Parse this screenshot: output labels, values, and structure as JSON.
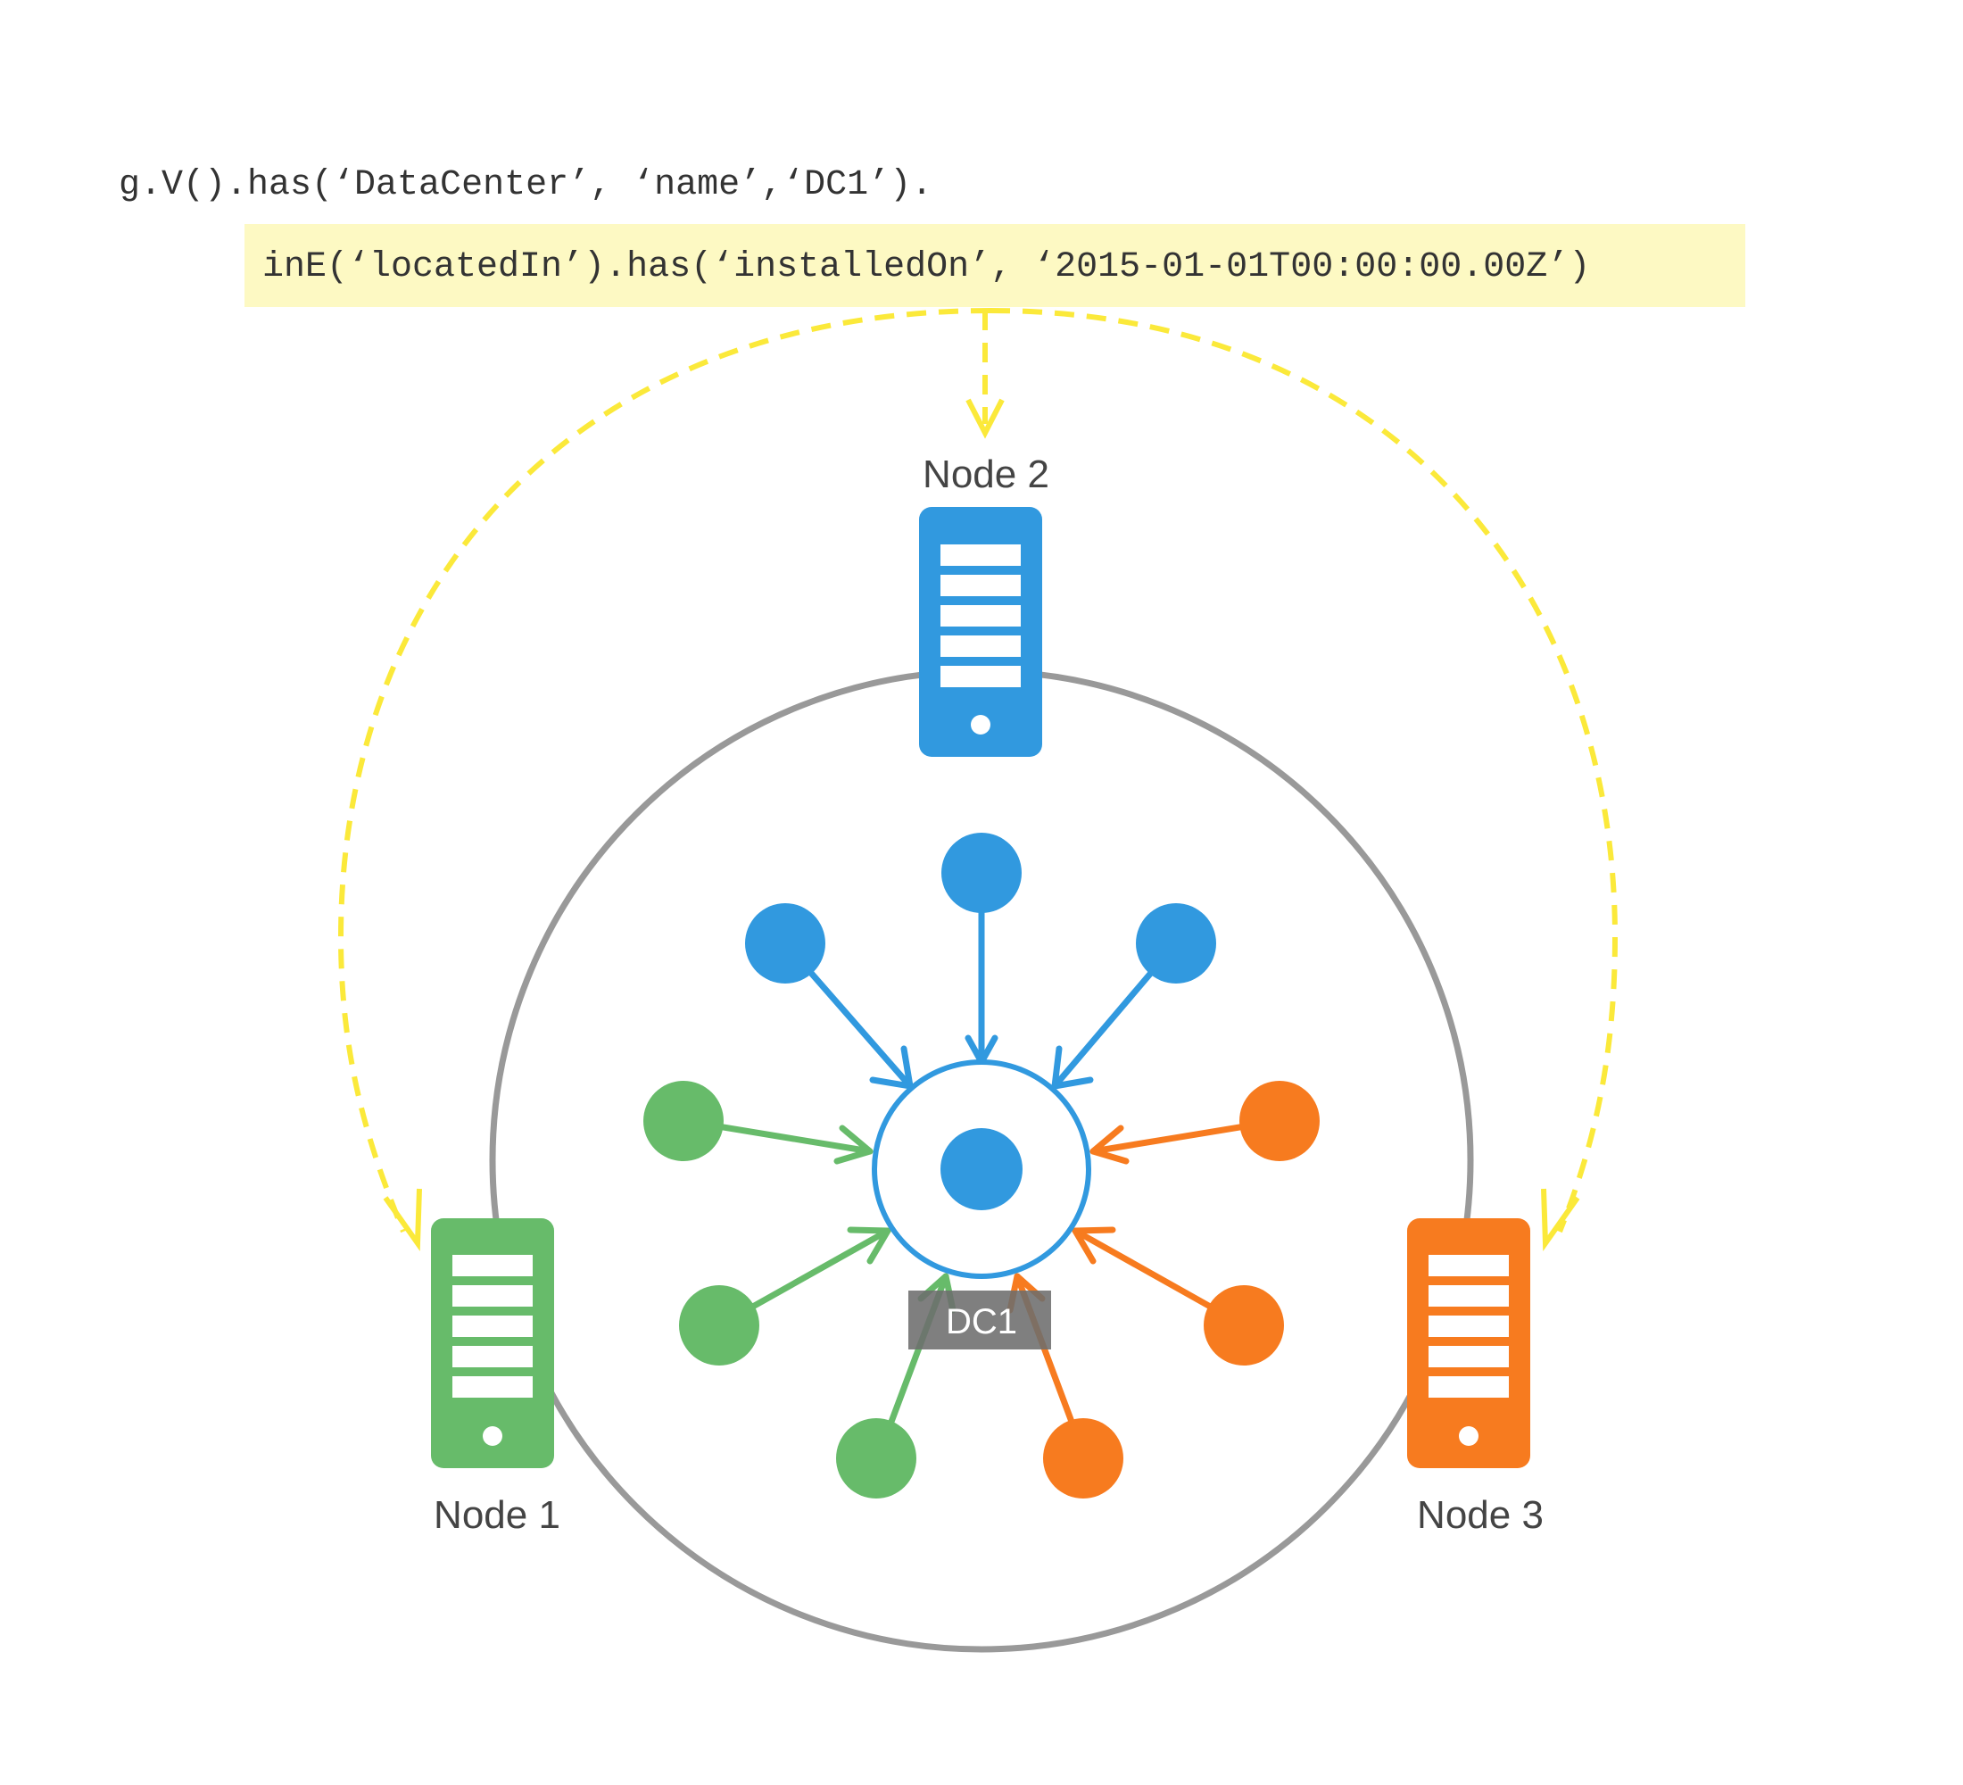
{
  "query": {
    "line1": "g.V().has(‘DataCenter’, ‘name’,‘DC1’).",
    "line2": "inE(‘locatedIn’).has(‘installedOn’, ‘2015-01-01T00:00:00.00Z’)"
  },
  "nodes": [
    {
      "id": "node-1",
      "label": "Node 1",
      "color": "#67bb6a"
    },
    {
      "id": "node-2",
      "label": "Node 2",
      "color": "#3199df"
    },
    {
      "id": "node-3",
      "label": "Node 3",
      "color": "#f77b1f"
    }
  ],
  "center": {
    "label": "DC1",
    "ring_color": "#3199df",
    "dot_color": "#3199df"
  },
  "colors": {
    "highlight": "#fdf9c3",
    "dashed_arrow": "#fbe93a",
    "ring": "#999999",
    "label_bg": "#6d6d6d",
    "blue": "#3199df",
    "green": "#67bb6a",
    "orange": "#f77b1f"
  }
}
